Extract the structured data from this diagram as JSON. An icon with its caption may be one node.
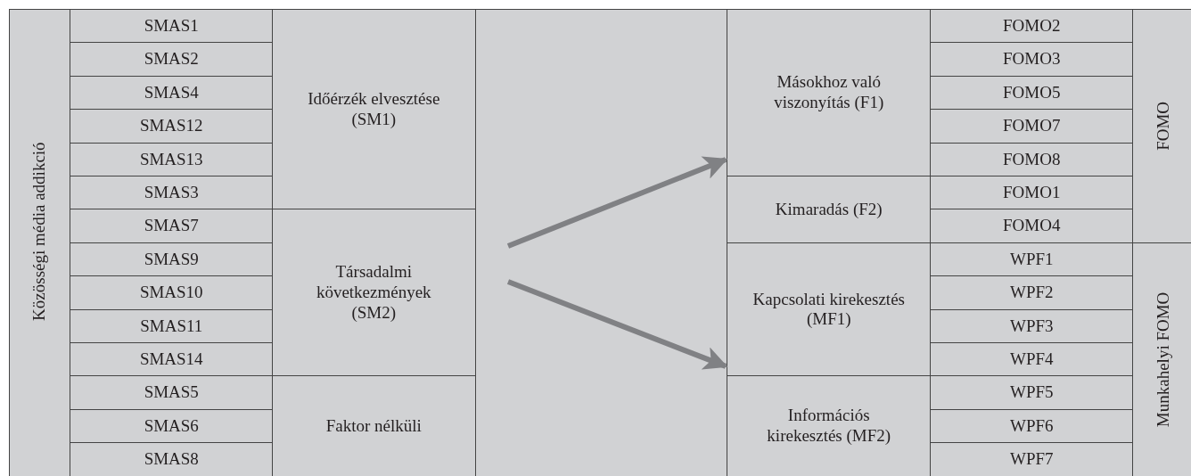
{
  "diagram": {
    "nodes": [
      {
        "text": [
          "Közösségi média addikció"
        ]
      },
      {
        "text": [
          "SMAS1"
        ]
      },
      {
        "text": [
          "SMAS2"
        ]
      },
      {
        "text": [
          "SMAS4"
        ]
      },
      {
        "text": [
          "SMAS12"
        ]
      },
      {
        "text": [
          "SMAS13"
        ]
      },
      {
        "text": [
          "SMAS3"
        ]
      },
      {
        "text": [
          "SMAS7"
        ]
      },
      {
        "text": [
          "SMAS9"
        ]
      },
      {
        "text": [
          "SMAS10"
        ]
      },
      {
        "text": [
          "SMAS11"
        ]
      },
      {
        "text": [
          "SMAS14"
        ]
      },
      {
        "text": [
          "SMAS5"
        ]
      },
      {
        "text": [
          "SMAS6"
        ]
      },
      {
        "text": [
          "SMAS8"
        ]
      },
      {
        "text": [
          "Időérzék elvesztése (SM1)"
        ]
      },
      {
        "text": [
          "Társadalmi következmények (SM2)"
        ]
      },
      {
        "text": [
          "Faktor nélküli"
        ]
      },
      {
        "text": [
          "Másokhoz való viszonyítás (F1)"
        ]
      },
      {
        "text": [
          "Kimaradás (F2)"
        ]
      },
      {
        "text": [
          "Kapcsolati kirekesztés (MF1)"
        ]
      },
      {
        "text": [
          "Információs kirekesztés (MF2)"
        ]
      },
      {
        "text": [
          "FOMO2"
        ]
      },
      {
        "text": [
          "FOMO3"
        ]
      },
      {
        "text": [
          "FOMO5"
        ]
      },
      {
        "text": [
          "FOMO7"
        ]
      },
      {
        "text": [
          "FOMO8"
        ]
      },
      {
        "text": [
          "FOMO1"
        ]
      },
      {
        "text": [
          "FOMO4"
        ]
      },
      {
        "text": [
          "WPF1"
        ]
      },
      {
        "text": [
          "WPF2"
        ]
      },
      {
        "text": [
          "WPF3"
        ]
      },
      {
        "text": [
          "WPF4"
        ]
      },
      {
        "text": [
          "WPF5"
        ]
      },
      {
        "text": [
          "WPF6"
        ]
      },
      {
        "text": [
          "WPF7"
        ]
      },
      {
        "text": [
          "FOMO"
        ]
      },
      {
        "text": [
          "Munkahelyi FOMO"
        ]
      }
    ],
    "edges": [
      {
        "from": null,
        "to": 18,
        "arrow": "to"
      },
      {
        "from": null,
        "to": 20,
        "arrow": "to"
      }
    ]
  }
}
